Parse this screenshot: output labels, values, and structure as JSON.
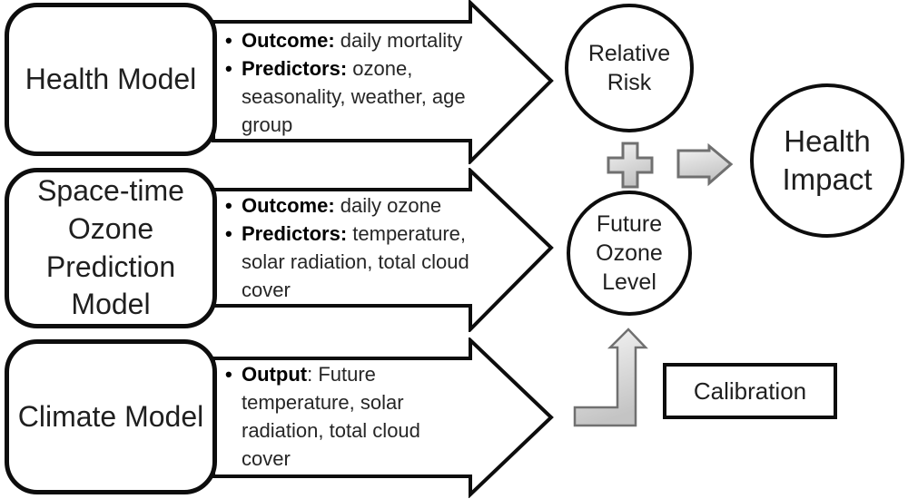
{
  "boxes": [
    {
      "label": "Health Model"
    },
    {
      "label": "Space-time Ozone Prediction Model"
    },
    {
      "label": "Climate Model"
    }
  ],
  "arrows": [
    {
      "items": [
        {
          "bold": "Outcome:",
          "text": " daily mortality"
        },
        {
          "bold": "Predictors:",
          "text": " ozone, seasonality, weather, age group"
        }
      ]
    },
    {
      "items": [
        {
          "bold": "Outcome:",
          "text": " daily ozone"
        },
        {
          "bold": "Predictors:",
          "text": " temperature, solar radiation, total cloud cover"
        }
      ]
    },
    {
      "items": [
        {
          "bold": "Output",
          "text": ": Future temperature, solar radiation, total cloud cover"
        }
      ]
    }
  ],
  "circles": [
    {
      "label": "Relative Risk"
    },
    {
      "label": "Future Ozone Level"
    },
    {
      "label": "Health Impact"
    }
  ],
  "calibration": {
    "label": "Calibration"
  },
  "icons": {
    "plus": "plus-icon",
    "combine": "arrow-right-icon",
    "feed_up": "elbow-arrow-up-icon"
  },
  "colors": {
    "outline": "#0d0d0d",
    "text": "#1f1f1f",
    "shape_fill": "#ffffff",
    "gray_fill_light": "#f2f2f2",
    "gray_fill_dark": "#c4c4c4",
    "gray_stroke": "#707070"
  }
}
